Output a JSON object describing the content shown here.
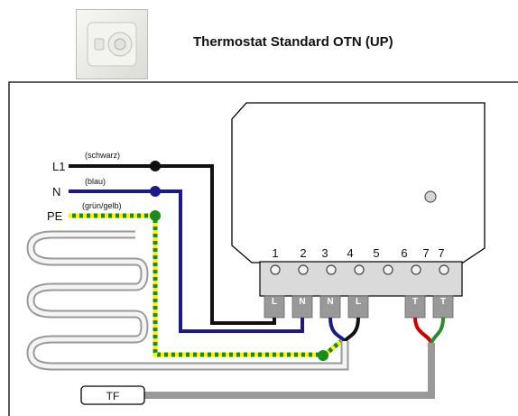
{
  "header": {
    "title": "Thermostat Standard OTN (UP)"
  },
  "wires": {
    "l1": {
      "label": "L1",
      "color_label": "(schwarz)",
      "color": "#111111"
    },
    "n": {
      "label": "N",
      "color_label": "(blau)",
      "color": "#1a1a8c"
    },
    "pe": {
      "label": "PE",
      "color_label": "(grün/gelb)",
      "color": "#1a8c1a",
      "stripe": "#ffee00"
    }
  },
  "terminals": {
    "numbers": [
      "1",
      "2",
      "3",
      "4",
      "5",
      "6",
      "7",
      "7"
    ],
    "letters": [
      "L",
      "N",
      "N",
      "L",
      "T",
      "T"
    ]
  },
  "sensor": {
    "label": "TF"
  },
  "colors": {
    "heating_cable": "#999999",
    "sensor_red": "#cc0000",
    "sensor_green": "#2a8c2a",
    "terminal_block": "#d9d9d9"
  }
}
